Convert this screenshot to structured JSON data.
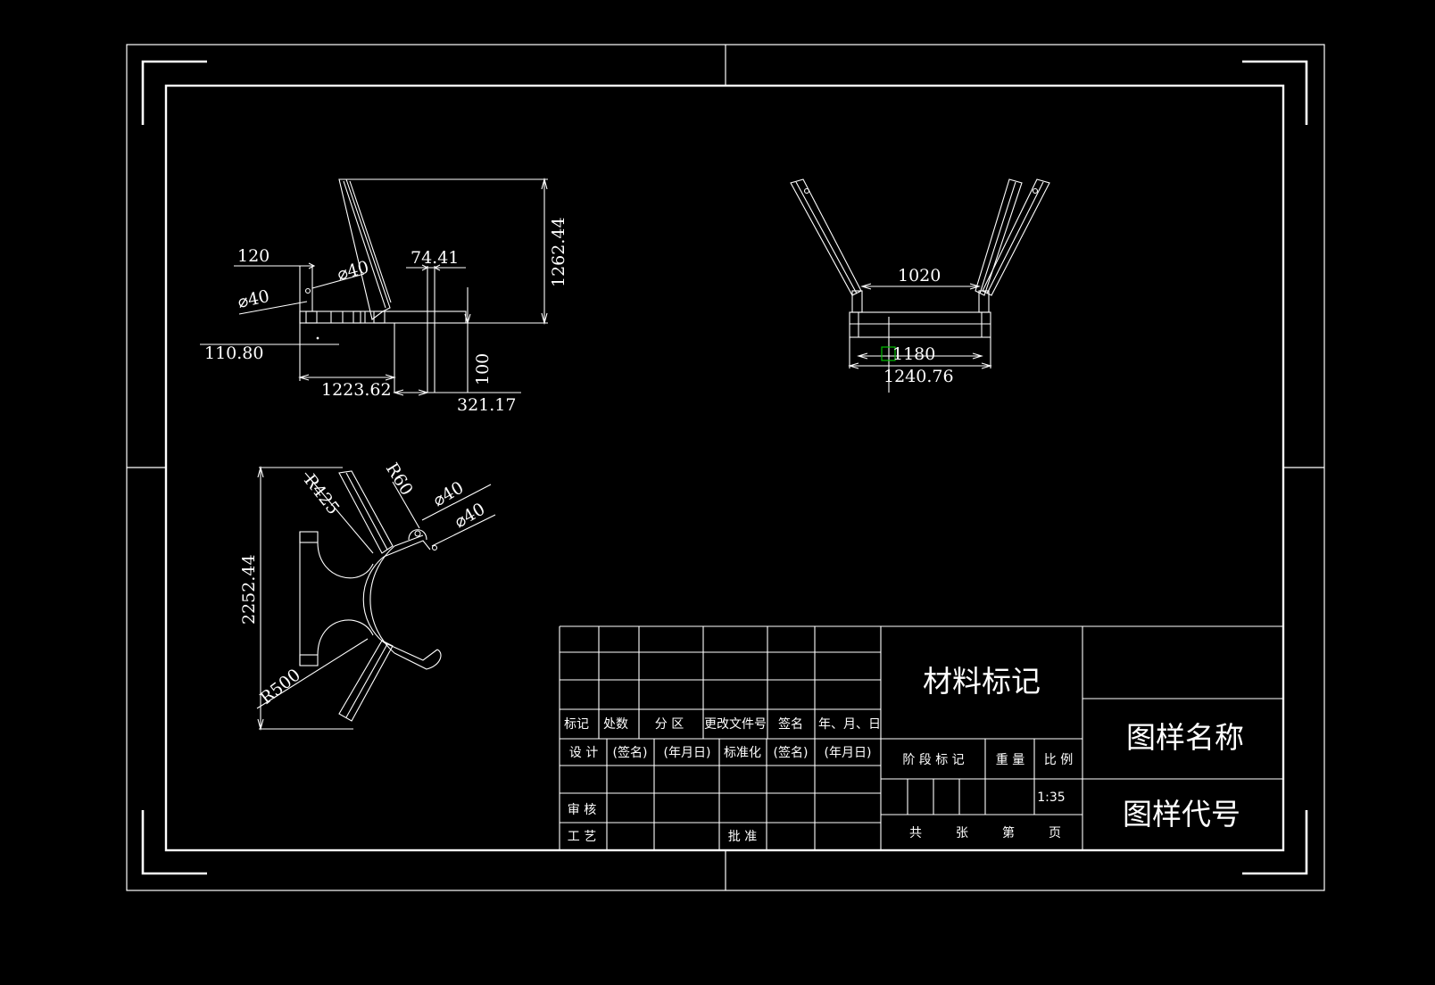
{
  "colors": {
    "background": "#000000",
    "lines": "#ffffff",
    "marker": "#00c000"
  },
  "views": {
    "side": {
      "dims": {
        "d120": "120",
        "d7441": "74.41",
        "phi40_a": "⌀40",
        "phi40_b": "⌀40",
        "d12624": "1262.44",
        "d11080": "110.80",
        "d122362": "1223.62",
        "d32117": "321.17",
        "d100": "100"
      }
    },
    "front": {
      "dims": {
        "d1020": "1020",
        "d1180": "1180",
        "d124076": "1240.76"
      }
    },
    "top": {
      "dims": {
        "r425": "R425",
        "r60": "R60",
        "phi40_a": "⌀40",
        "phi40_b": "⌀40",
        "d225244": "2252.44",
        "r500": "R500"
      }
    }
  },
  "title_block": {
    "material_mark": "材料标记",
    "drawing_name": "图样名称",
    "drawing_code": "图样代号",
    "revision_headers": [
      "标记",
      "处数",
      "分 区",
      "更改文件号",
      "签名",
      "年、月、日"
    ],
    "design_row": [
      "设 计",
      "(签名)",
      "(年月日)",
      "标准化",
      "(签名)",
      "(年月日)"
    ],
    "review": "审 核",
    "process": "工 艺",
    "approve": "批 准",
    "stage_headers": [
      "阶 段 标 记",
      "重 量",
      "比 例"
    ],
    "scale": "1:35",
    "sheet_info": [
      "共",
      "张",
      "第",
      "页"
    ]
  }
}
